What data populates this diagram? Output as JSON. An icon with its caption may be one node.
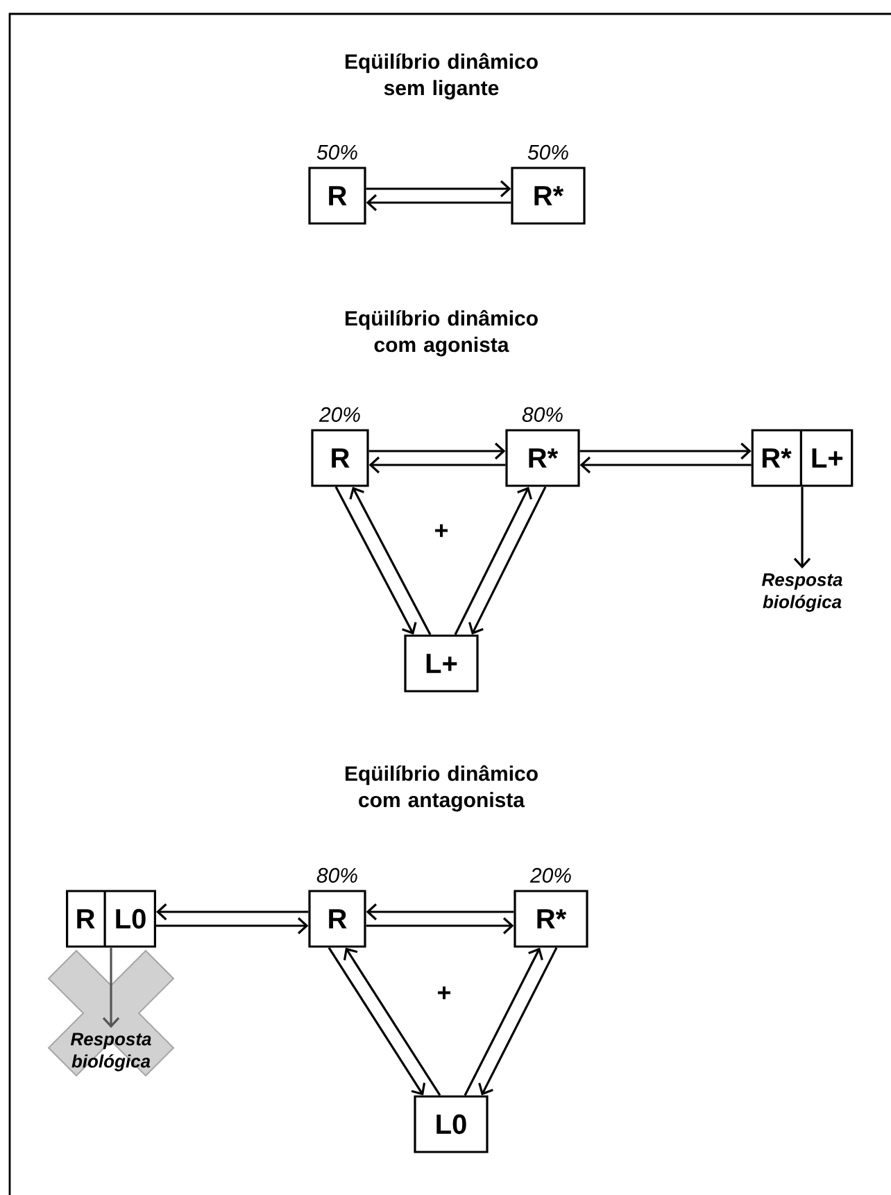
{
  "diagram": {
    "nodes": [
      {
        "text": [
          "R"
        ],
        "beside": [
          "50%"
        ]
      },
      {
        "text": [
          "R*"
        ],
        "beside": [
          "50%"
        ]
      },
      {
        "text": [
          "R"
        ],
        "beside": [
          "20%"
        ]
      },
      {
        "text": [
          "R*"
        ],
        "beside": [
          "80%"
        ]
      },
      {
        "text": [
          "R*",
          "L+"
        ]
      },
      {
        "text": [
          "Resposta biológica"
        ]
      },
      {
        "text": [
          "L+"
        ]
      },
      {
        "text": [
          "R",
          "L0"
        ]
      },
      {
        "text": [
          "Resposta biológica"
        ]
      },
      {
        "text": [
          "R"
        ],
        "beside": [
          "80%"
        ]
      },
      {
        "text": [
          "R*"
        ],
        "beside": [
          "20%"
        ]
      },
      {
        "text": [
          "L0"
        ]
      }
    ],
    "edges": [
      {
        "from": 0,
        "to": 1,
        "arrow": "to"
      },
      {
        "from": 1,
        "to": 0,
        "arrow": "to"
      },
      {
        "from": 2,
        "to": 3,
        "arrow": "to"
      },
      {
        "from": 3,
        "to": 2,
        "arrow": "to"
      },
      {
        "from": 3,
        "to": 4,
        "arrow": "to"
      },
      {
        "from": 4,
        "to": 3,
        "arrow": "to"
      },
      {
        "from": 4,
        "to": 5,
        "arrow": "to"
      },
      {
        "from": 2,
        "to": 6,
        "arrow": "to"
      },
      {
        "from": 6,
        "to": 2,
        "arrow": "to"
      },
      {
        "from": 6,
        "to": 3,
        "arrow": "to"
      },
      {
        "from": 3,
        "to": 6,
        "arrow": "to"
      },
      {
        "from": 9,
        "to": 7,
        "arrow": "to"
      },
      {
        "from": 7,
        "to": 9,
        "arrow": "to"
      },
      {
        "from": 10,
        "to": 9,
        "arrow": "to"
      },
      {
        "from": 9,
        "to": 10,
        "arrow": "to"
      },
      {
        "from": 7,
        "to": 8,
        "arrow": "to",
        "color": "#555555"
      },
      {
        "from": 11,
        "to": 9,
        "arrow": "to"
      },
      {
        "from": 9,
        "to": 11,
        "arrow": "to"
      },
      {
        "from": 11,
        "to": 10,
        "arrow": "to"
      },
      {
        "from": 10,
        "to": 11,
        "arrow": "to"
      }
    ],
    "labels": [
      "Eqüilíbrio dinâmico sem ligante",
      "Eqüilíbrio dinâmico com agonista",
      "+",
      "Eqüilíbrio dinâmico com antagonista",
      "+"
    ]
  }
}
